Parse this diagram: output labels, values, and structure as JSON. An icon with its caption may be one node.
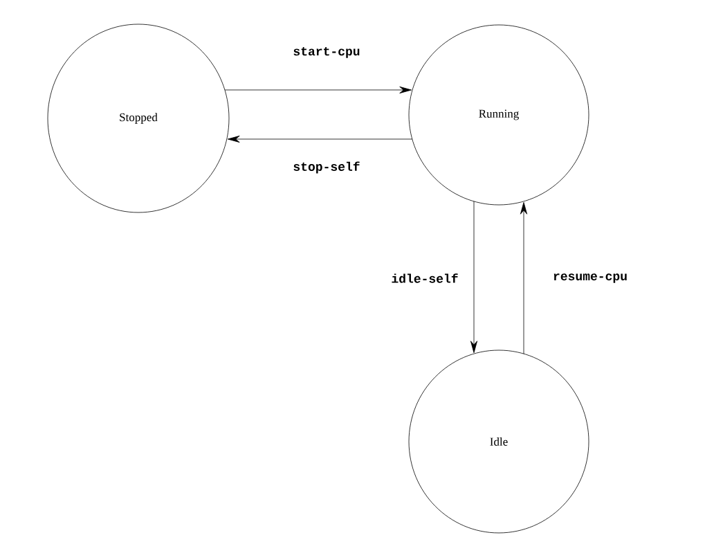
{
  "diagram": {
    "nodes": [
      {
        "text": [
          "Stopped"
        ]
      },
      {
        "text": [
          "Running"
        ]
      },
      {
        "text": [
          "Idle"
        ]
      }
    ],
    "edges": [
      {
        "from": 0,
        "to": 1,
        "arrow": "to",
        "label": "start-cpu"
      },
      {
        "from": 1,
        "to": 0,
        "arrow": "to",
        "label": "stop-self"
      },
      {
        "from": 1,
        "to": 2,
        "arrow": "to",
        "label": "idle-self"
      },
      {
        "from": 2,
        "to": 1,
        "arrow": "to",
        "label": "resume-cpu"
      }
    ]
  }
}
